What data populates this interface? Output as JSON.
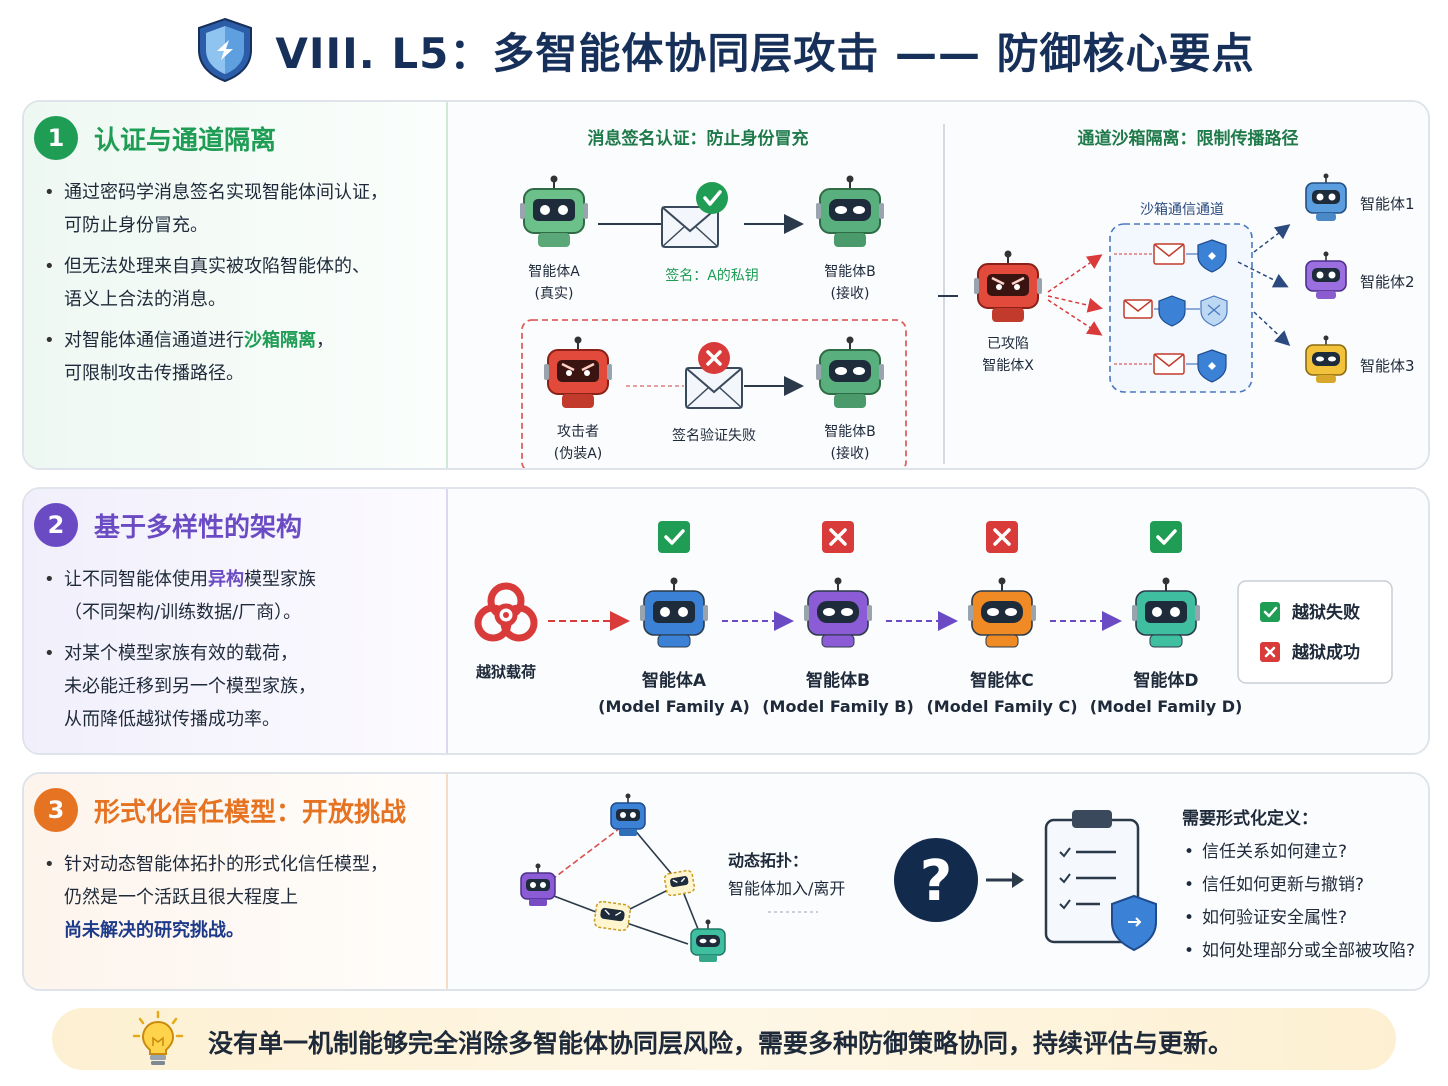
{
  "title": "VIII. L5：多智能体协同层攻击 —— 防御核心要点",
  "section1": {
    "number": "1",
    "title": "认证与通道隔离",
    "bullet1_line1": "通过密码学消息签名实现智能体间认证，",
    "bullet1_line2": "可防止身份冒充。",
    "bullet2_line1": "但无法处理来自真实被攻陷智能体的、",
    "bullet2_line2": "语义上合法的消息。",
    "bullet3_pre": "对智能体通信通道进行",
    "bullet3_hl": "沙箱隔离",
    "bullet3_post": "，",
    "bullet3_line2": "可限制攻击传播路径。",
    "sig_title": "消息签名认证：防止身份冒充",
    "agentA_line1": "智能体A",
    "agentA_line2": "(真实)",
    "sign_label": "签名：A的私钥",
    "agentB_line1": "智能体B",
    "agentB_line2": "(接收)",
    "attacker_line1": "攻击者",
    "attacker_line2": "(伪装A)",
    "verify_fail": "签名验证失败",
    "sandbox_title": "通道沙箱隔离：限制传播路径",
    "sandbox_channel": "沙箱通信通道",
    "compromised_line1": "已攻陷",
    "compromised_line2": "智能体X",
    "agent1": "智能体1",
    "agent2": "智能体2",
    "agent3": "智能体3"
  },
  "section2": {
    "number": "2",
    "title": "基于多样性的架构",
    "bullet1_pre": "让不同智能体使用",
    "bullet1_hl": "异构",
    "bullet1_post": "模型家族",
    "bullet1_line2": "（不同架构/训练数据/厂商）。",
    "bullet2_line1": "对某个模型家族有效的载荷，",
    "bullet2_line2": "未必能迁移到另一个模型家族，",
    "bullet2_line3": "从而降低越狱传播成功率。",
    "payload": "越狱载荷",
    "agents": [
      {
        "name": "智能体A",
        "family": "(Model Family A)",
        "status": "fail",
        "color": "#3b82d6"
      },
      {
        "name": "智能体B",
        "family": "(Model Family B)",
        "status": "success",
        "color": "#8b5cd6"
      },
      {
        "name": "智能体C",
        "family": "(Model Family C)",
        "status": "success",
        "color": "#f08a24"
      },
      {
        "name": "智能体D",
        "family": "(Model Family D)",
        "status": "fail",
        "color": "#3fbfa0"
      }
    ],
    "legend_fail": "越狱失败",
    "legend_success": "越狱成功"
  },
  "section3": {
    "number": "3",
    "title": "形式化信任模型：开放挑战",
    "bullet1_line1": "针对动态智能体拓扑的形式化信任模型，",
    "bullet1_line2": "仍然是一个活跃且很大程度上",
    "bullet1_line3": "尚未解决的研究挑战。",
    "dyn_line1": "动态拓扑：",
    "dyn_line2": "智能体加入/离开",
    "question": "?",
    "need_title": "需要形式化定义：",
    "needs": [
      "信任关系如何建立?",
      "信任如何更新与撤销?",
      "如何验证安全属性?",
      "如何处理部分或全部被攻陷?"
    ]
  },
  "footer": "没有单一机制能够完全消除多智能体协同层风险，需要多种防御策略协同，持续评估与更新。",
  "colors": {
    "navy": "#17305a",
    "green": "#1f9d55",
    "purple": "#6a4bc4",
    "orange": "#e67322",
    "red": "#d93a3a",
    "blue": "#3b82d6"
  }
}
